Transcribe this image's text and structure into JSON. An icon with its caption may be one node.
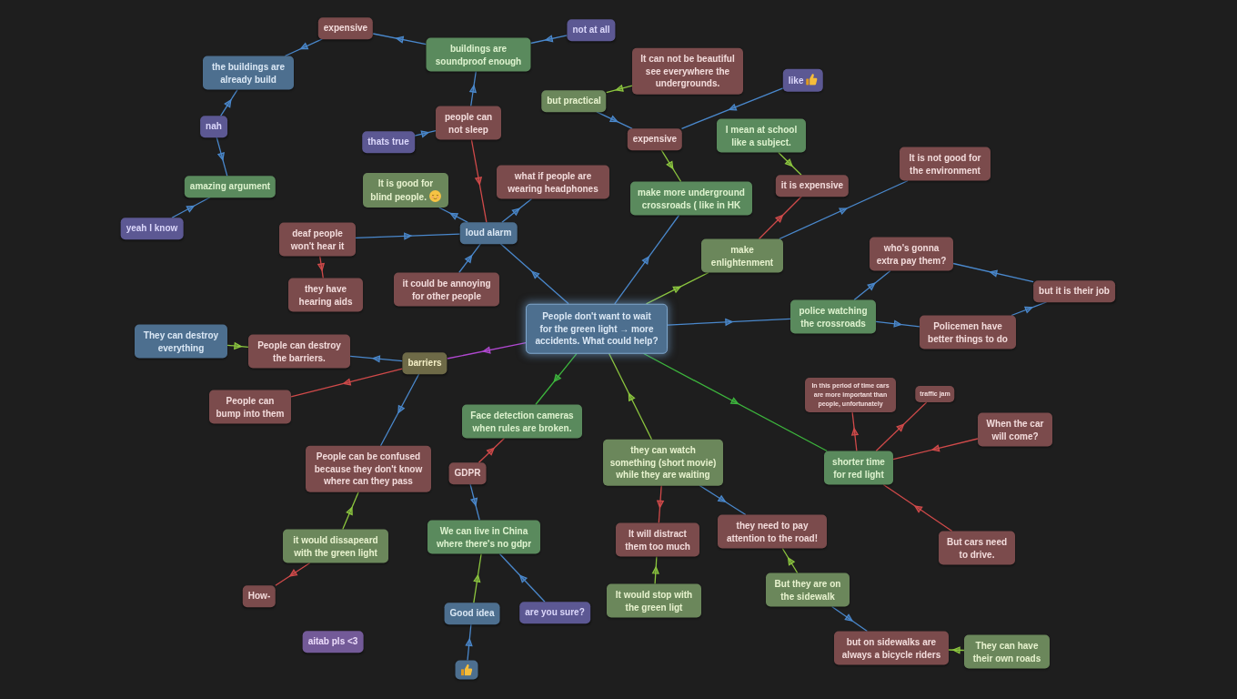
{
  "diagram": {
    "nodes": [
      {
        "text": [
          "People don't want to wait for the green light → more accidents. What could help?"
        ]
      },
      {
        "text": [
          "loud alarm"
        ]
      },
      {
        "text": [
          "people can not sleep"
        ]
      },
      {
        "text": [
          "buildings are soundproof enough"
        ]
      },
      {
        "text": [
          "expensive"
        ]
      },
      {
        "text": [
          "the buildings are already build"
        ]
      },
      {
        "text": [
          "nah"
        ]
      },
      {
        "text": [
          "amazing argument"
        ]
      },
      {
        "text": [
          "yeah I know"
        ]
      },
      {
        "text": [
          "not at all"
        ]
      },
      {
        "text": [
          "thats true"
        ]
      },
      {
        "text": [
          "It is good for blind people."
        ]
      },
      {
        "text": [
          "what if people are wearing headphones"
        ]
      },
      {
        "text": [
          "deaf people won't hear it"
        ]
      },
      {
        "text": [
          "they have hearing aids"
        ]
      },
      {
        "text": [
          "it could be annoying for other people"
        ]
      },
      {
        "text": [
          "make more underground crossroads ( like in HK"
        ]
      },
      {
        "text": [
          "expensive"
        ]
      },
      {
        "text": [
          "but practical"
        ]
      },
      {
        "text": [
          "It can not be beautiful see everywhere the undergrounds."
        ]
      },
      {
        "text": [
          "like"
        ]
      },
      {
        "text": [
          "make enlightenment"
        ]
      },
      {
        "text": [
          "it is expensive"
        ]
      },
      {
        "text": [
          "I mean at school like a subject."
        ]
      },
      {
        "text": [
          "It is not good for the environment"
        ]
      },
      {
        "text": [
          "police watching the crossroads"
        ]
      },
      {
        "text": [
          "who's gonna extra pay them?"
        ]
      },
      {
        "text": [
          "but it is their job"
        ]
      },
      {
        "text": [
          "Policemen have better things to do"
        ]
      },
      {
        "text": [
          "shorter time for red light"
        ]
      },
      {
        "text": [
          "In this period of time cars are more important than people, unfortunately"
        ]
      },
      {
        "text": [
          "traffic jam"
        ]
      },
      {
        "text": [
          "When the car will come?"
        ]
      },
      {
        "text": [
          "But cars need to drive."
        ]
      },
      {
        "text": [
          "they can watch something (short movie) while they are waiting"
        ]
      },
      {
        "text": [
          "It will distract them too much"
        ]
      },
      {
        "text": [
          "It would stop with the green ligt"
        ]
      },
      {
        "text": [
          "they need to pay attention to the road!"
        ]
      },
      {
        "text": [
          "But they are on the sidewalk"
        ]
      },
      {
        "text": [
          "but on sidewalks are always a bicycle riders"
        ]
      },
      {
        "text": [
          "They can have their own roads"
        ]
      },
      {
        "text": [
          "Face detection cameras when rules are broken."
        ]
      },
      {
        "text": [
          "GDPR"
        ]
      },
      {
        "text": [
          "We can live in China where there's no gdpr"
        ]
      },
      {
        "text": [
          "Good idea"
        ]
      },
      {
        "text": [],
        "shape": "box"
      },
      {
        "text": [
          "are you sure?"
        ]
      },
      {
        "text": [
          "barriers"
        ]
      },
      {
        "text": [
          "People can destroy the barriers."
        ]
      },
      {
        "text": [
          "They can destroy everything"
        ]
      },
      {
        "text": [
          "People can bump into them"
        ]
      },
      {
        "text": [
          "People can be confused because they don't know where can they pass"
        ]
      },
      {
        "text": [
          "it would dissapeard with the green light"
        ]
      },
      {
        "text": [
          "How-"
        ]
      },
      {
        "text": [
          "aitab pls <3"
        ]
      }
    ],
    "edges": [
      {
        "from": 0,
        "to": 1,
        "arrow": "to"
      },
      {
        "from": 2,
        "to": 1,
        "arrow": "to",
        "color": "#d04a4a"
      },
      {
        "from": 2,
        "to": 3,
        "arrow": "to"
      },
      {
        "from": 9,
        "to": 3,
        "arrow": "to"
      },
      {
        "from": 3,
        "to": 4,
        "arrow": "to"
      },
      {
        "from": 4,
        "to": 5,
        "arrow": "to"
      },
      {
        "from": 6,
        "to": 5,
        "arrow": "to"
      },
      {
        "from": 6,
        "to": 7,
        "arrow": "to"
      },
      {
        "from": 8,
        "to": 7,
        "arrow": "to"
      },
      {
        "from": 10,
        "to": 2,
        "arrow": "to"
      },
      {
        "from": 1,
        "to": 11,
        "arrow": "to"
      },
      {
        "from": 1,
        "to": 12,
        "arrow": "to"
      },
      {
        "from": 13,
        "to": 1,
        "arrow": "to"
      },
      {
        "from": 13,
        "to": 14,
        "arrow": "to",
        "color": "#d04a4a"
      },
      {
        "from": 15,
        "to": 1,
        "arrow": "to"
      },
      {
        "from": 0,
        "to": 16,
        "arrow": "to"
      },
      {
        "from": 17,
        "to": 16,
        "arrow": "to",
        "color": "#8cc63f"
      },
      {
        "from": 18,
        "to": 17,
        "arrow": "to"
      },
      {
        "from": 19,
        "to": 18,
        "arrow": "to",
        "color": "#8cc63f"
      },
      {
        "from": 20,
        "to": 17,
        "arrow": "to"
      },
      {
        "from": 0,
        "to": 21,
        "arrow": "to",
        "color": "#8cc63f"
      },
      {
        "from": 21,
        "to": 22,
        "arrow": "to",
        "color": "#d04a4a"
      },
      {
        "from": 23,
        "to": 22,
        "arrow": "to",
        "color": "#8cc63f"
      },
      {
        "from": 21,
        "to": 24,
        "arrow": "to"
      },
      {
        "from": 0,
        "to": 25,
        "arrow": "to"
      },
      {
        "from": 25,
        "to": 26,
        "arrow": "to"
      },
      {
        "from": 27,
        "to": 26,
        "arrow": "to"
      },
      {
        "from": 28,
        "to": 27,
        "arrow": "to"
      },
      {
        "from": 25,
        "to": 28,
        "arrow": "to"
      },
      {
        "from": 0,
        "to": 29,
        "arrow": "to",
        "color": "#3db53d"
      },
      {
        "from": 29,
        "to": 30,
        "arrow": "to",
        "color": "#d04a4a"
      },
      {
        "from": 29,
        "to": 31,
        "arrow": "to",
        "color": "#d04a4a"
      },
      {
        "from": 32,
        "to": 29,
        "arrow": "to",
        "color": "#d04a4a"
      },
      {
        "from": 33,
        "to": 29,
        "arrow": "to",
        "color": "#d04a4a"
      },
      {
        "from": 34,
        "to": 0,
        "arrow": "to",
        "color": "#8cc63f"
      },
      {
        "from": 34,
        "to": 35,
        "arrow": "to",
        "color": "#d04a4a"
      },
      {
        "from": 36,
        "to": 35,
        "arrow": "to",
        "color": "#8cc63f"
      },
      {
        "from": 34,
        "to": 37,
        "arrow": "to"
      },
      {
        "from": 38,
        "to": 37,
        "arrow": "to",
        "color": "#8cc63f"
      },
      {
        "from": 38,
        "to": 39,
        "arrow": "to"
      },
      {
        "from": 40,
        "to": 39,
        "arrow": "to",
        "color": "#8cc63f"
      },
      {
        "from": 0,
        "to": 41,
        "arrow": "to",
        "color": "#3db53d"
      },
      {
        "from": 42,
        "to": 41,
        "arrow": "to",
        "color": "#d04a4a"
      },
      {
        "from": 42,
        "to": 43,
        "arrow": "to"
      },
      {
        "from": 44,
        "to": 43,
        "arrow": "to",
        "color": "#8cc63f"
      },
      {
        "from": 45,
        "to": 44,
        "arrow": "to"
      },
      {
        "from": 46,
        "to": 43,
        "arrow": "to"
      },
      {
        "from": 0,
        "to": 47,
        "arrow": "to",
        "color": "#b048d0"
      },
      {
        "from": 47,
        "to": 48,
        "arrow": "to"
      },
      {
        "from": 49,
        "to": 48,
        "arrow": "to",
        "color": "#8cc63f"
      },
      {
        "from": 47,
        "to": 50,
        "arrow": "to",
        "color": "#d04a4a"
      },
      {
        "from": 47,
        "to": 51,
        "arrow": "to"
      },
      {
        "from": 52,
        "to": 51,
        "arrow": "to",
        "color": "#8cc63f"
      },
      {
        "from": 52,
        "to": 53,
        "arrow": "to",
        "color": "#d04a4a"
      }
    ]
  }
}
